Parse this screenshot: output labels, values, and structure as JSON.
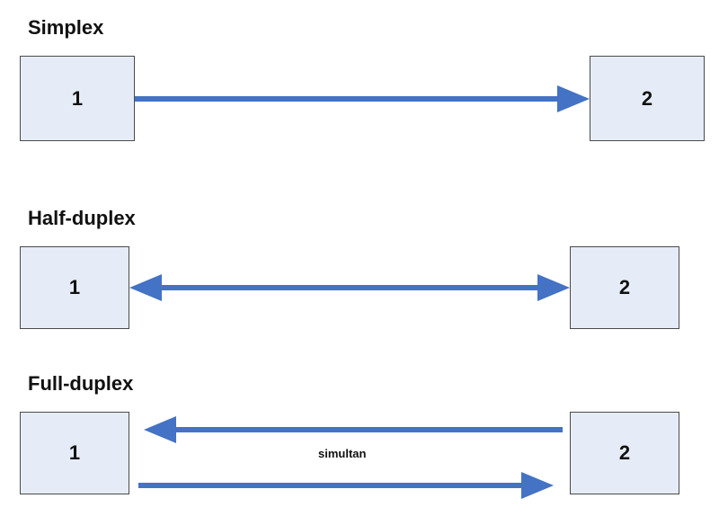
{
  "arrow_color": "#4472c4",
  "node_fill": "#e6ecf7",
  "sections": {
    "simplex": {
      "title": "Simplex",
      "left": "1",
      "right": "2"
    },
    "half_duplex": {
      "title": "Half-duplex",
      "left": "1",
      "right": "2"
    },
    "full_duplex": {
      "title": "Full-duplex",
      "left": "1",
      "right": "2",
      "note": "simultan"
    }
  }
}
